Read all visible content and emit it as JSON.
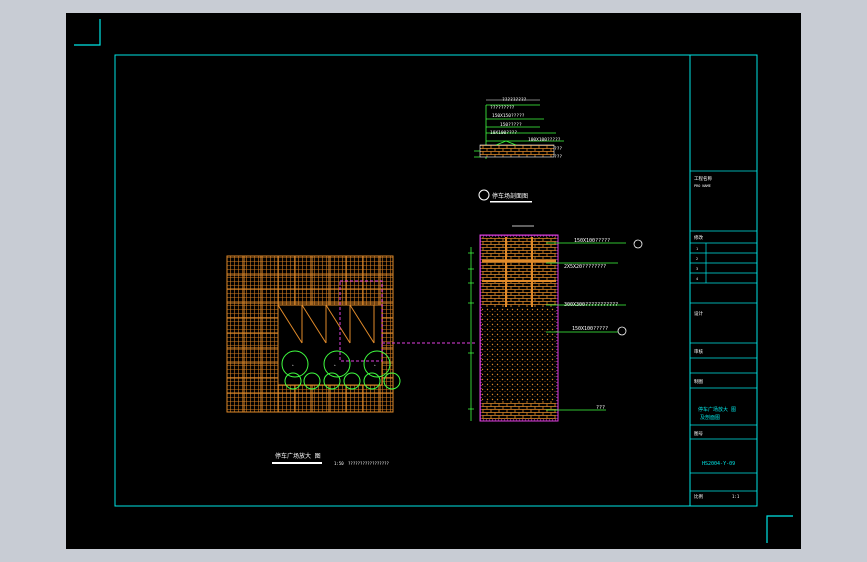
{
  "viewer": {
    "background": "#c8ccd4",
    "canvas": "#000000"
  },
  "colors": {
    "frame": "#00e5e5",
    "brick": "#e08a2a",
    "hatch": "#c06a18",
    "magenta": "#e040e0",
    "green": "#40ff40",
    "white": "#ffffff",
    "yellow": "#ffff40"
  },
  "top_detail": {
    "dims": [
      "?????????",
      "?????????",
      "150X150?????",
      "150?????",
      "100X100?????",
      "10X100????"
    ],
    "bottom_labels": [
      "???",
      "???"
    ]
  },
  "section_title": "停车场剖面图",
  "section_labels": [
    "150X100?????",
    "2X5X20????????",
    "300X300???????????",
    "150X100?????",
    "???"
  ],
  "plan_title": "停车广场放大 图",
  "plan_scale": "1:50",
  "plan_note": "?????????????????",
  "title_block": {
    "project_label": "工程名称",
    "project_sub": "PRO NAME",
    "revision_label": "修改",
    "revision_rows": [
      "1",
      "2",
      "3",
      "4"
    ],
    "design_label": "设计",
    "check_label": "审核",
    "drawn_label": "制图",
    "dwg_title_1": "停车广场放大 图",
    "dwg_title_2": "及剖面图",
    "dwg_no_label": "图号",
    "dwg_no": "HS2004-Y-09",
    "scale_label": "比例",
    "scale_value": "1:1"
  }
}
